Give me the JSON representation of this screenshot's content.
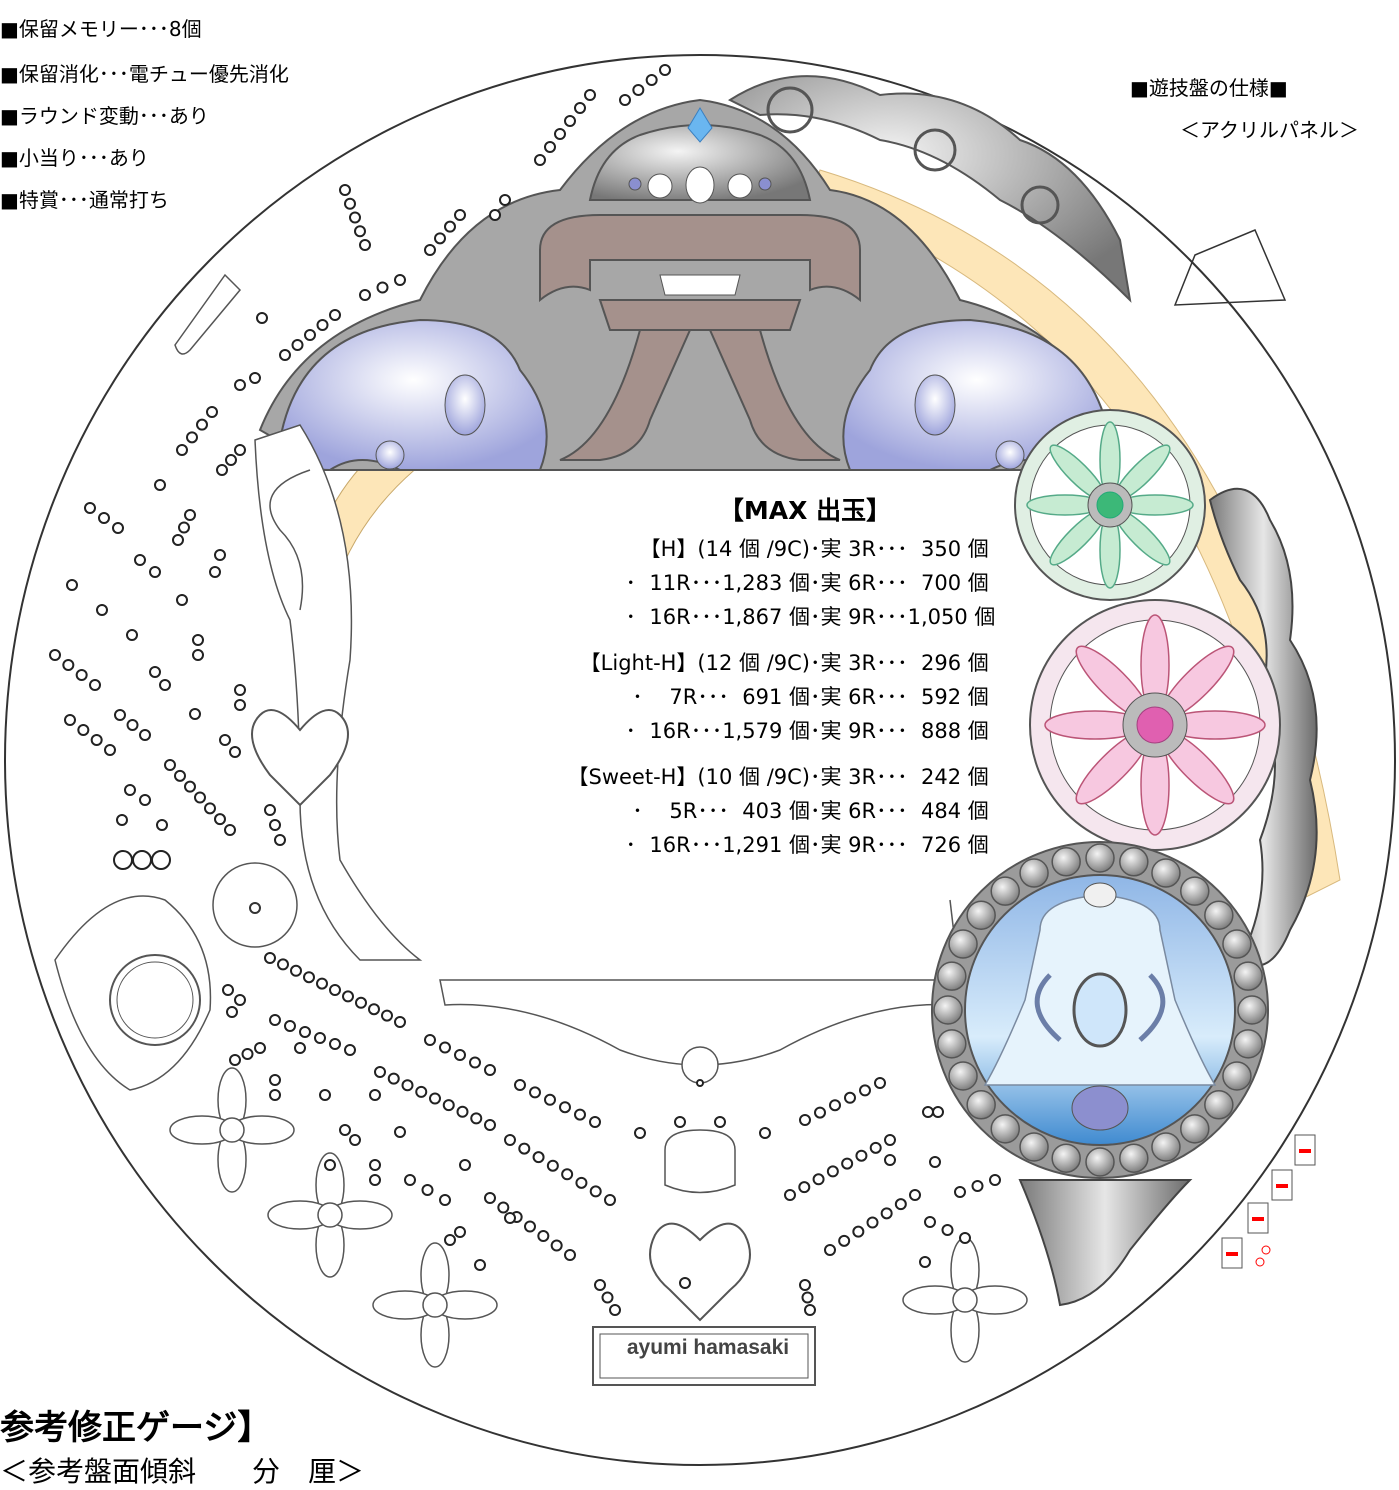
{
  "specs": [
    "■保留メモリー･･･8個",
    "■保留消化･･･電チュー優先消化",
    "■ラウンド変動･･･あり",
    "■小当り･･･あり",
    "■特賞･･･通常打ち"
  ],
  "panel": {
    "title": "■遊技盤の仕様■",
    "subtitle": "＜アクリルパネル＞"
  },
  "max_payout": {
    "title": "【MAX 出玉】",
    "groups": [
      {
        "rows": [
          {
            "left": "【H】(14 個 /9C)",
            "right": "･実 3R･･･  350 個"
          },
          {
            "left": "･  11R･･･1,283 個",
            "right": "･実 6R･･･  700 個"
          },
          {
            "left": "･  16R･･･1,867 個",
            "right": "･実 9R･･･1,050 個"
          }
        ]
      },
      {
        "rows": [
          {
            "left": "【Light-H】(12 個 /9C)",
            "right": "･実 3R･･･  296 個"
          },
          {
            "left": "･    7R･･･  691 個",
            "right": "･実 6R･･･  592 個"
          },
          {
            "left": "･  16R･･･1,579 個",
            "right": "･実 9R･･･  888 個"
          }
        ]
      },
      {
        "rows": [
          {
            "left": "【Sweet-H】(10 個 /9C)",
            "right": "･実 3R･･･  242 個"
          },
          {
            "left": "･    5R･･･  403 個",
            "right": "･実 6R･･･  484 個"
          },
          {
            "left": "･  16R･･･1,291 個",
            "right": "･実 9R･･･  726 個"
          }
        ]
      }
    ]
  },
  "logo_text": "ayumi hamasaki",
  "bottom": {
    "title": "参考修正ゲージ】",
    "subtitle": "＜参考盤面傾斜　　分　厘＞"
  },
  "colors": {
    "crown_blue": "#a9aede",
    "crown_brown": "#a5918c",
    "rail_yellow": "#fde6b8",
    "silver": "#9a9a9a",
    "green_flower": "#3cb878",
    "pink_flower": "#e060b0",
    "bell_blue": "#b0d4f2",
    "lamp_red": "#ff0000"
  }
}
